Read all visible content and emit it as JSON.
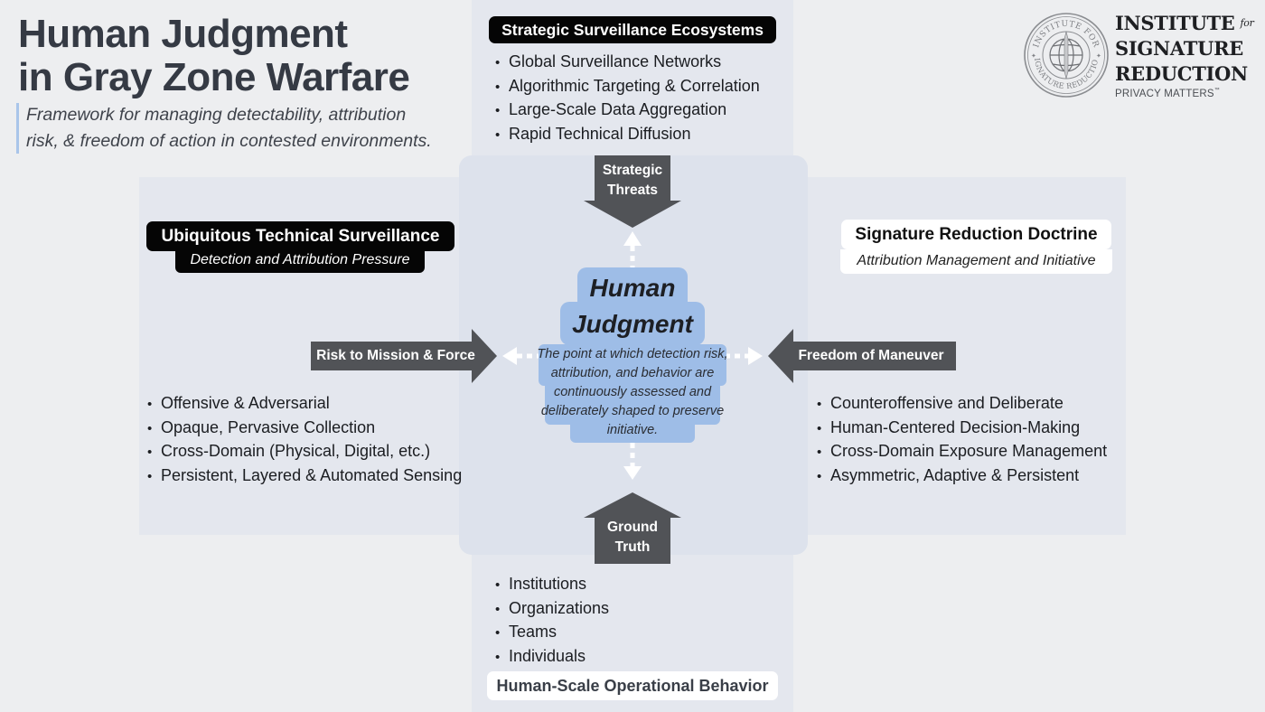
{
  "title": {
    "line1": "Human Judgment",
    "line2": "in Gray Zone Warfare",
    "subtitle_line1": "Framework for managing detectability, attribution",
    "subtitle_line2": "risk, & freedom of action in contested environments."
  },
  "logo": {
    "seal_text_top": "INSTITUTE FOR",
    "seal_text_bottom": "SIGNATURE REDUCTION",
    "line1": "INSTITUTE",
    "line1_small": "for",
    "line2": "SIGNATURE",
    "line3": "REDUCTION",
    "tagline": "PRIVACY MATTERS",
    "tagline_mark": "™"
  },
  "top": {
    "header": "Strategic Surveillance Ecosystems",
    "items": [
      "Global Surveillance Networks",
      "Algorithmic Targeting & Correlation",
      "Large-Scale Data Aggregation",
      "Rapid Technical Diffusion"
    ],
    "arrow_label_line1": "Strategic",
    "arrow_label_line2": "Threats"
  },
  "left": {
    "header": "Ubiquitous Technical Surveillance",
    "subheader": "Detection and Attribution Pressure",
    "arrow_label": "Risk to Mission & Force",
    "items": [
      "Offensive & Adversarial",
      "Opaque, Pervasive Collection",
      "Cross-Domain (Physical, Digital, etc.)",
      "Persistent, Layered & Automated Sensing"
    ]
  },
  "right": {
    "header": "Signature Reduction Doctrine",
    "subheader": "Attribution Management and Initiative",
    "arrow_label": "Freedom of Maneuver",
    "items": [
      "Counteroffensive and Deliberate",
      "Human-Centered Decision-Making",
      "Cross-Domain Exposure Management",
      "Asymmetric, Adaptive & Persistent"
    ]
  },
  "bottom": {
    "arrow_label_line1": "Ground",
    "arrow_label_line2": "Truth",
    "items": [
      "Institutions",
      "Organizations",
      "Teams",
      "Individuals"
    ],
    "header": "Human-Scale Operational Behavior"
  },
  "center": {
    "title_line1": "Human",
    "title_line2": "Judgment",
    "description": "The point at which detection risk, attribution, and behavior are continuously assessed and deliberately shaped to preserve initiative."
  },
  "colors": {
    "background": "#edeef0",
    "panel": "#e4e7ee",
    "center_panel": "#dde2ec",
    "center_highlight": "#9ebde7",
    "arrow": "#515357",
    "title_text": "#353a44",
    "subtitle_accent": "#a9c5ea"
  }
}
